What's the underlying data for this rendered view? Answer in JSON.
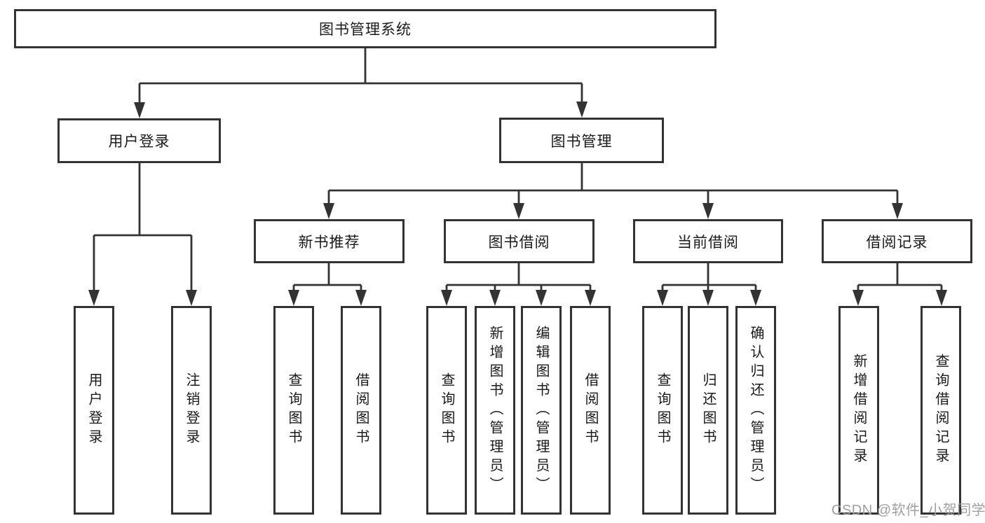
{
  "diagram": {
    "root": {
      "label": "图书管理系统"
    },
    "level2": [
      {
        "label": "用户登录",
        "children": [
          {
            "label": "用户登录"
          },
          {
            "label": "注销登录"
          }
        ]
      },
      {
        "label": "图书管理",
        "children": [
          {
            "label": "新书推荐",
            "children": [
              {
                "label": "查询图书"
              },
              {
                "label": "借阅图书"
              }
            ]
          },
          {
            "label": "图书借阅",
            "children": [
              {
                "label": "查询图书"
              },
              {
                "label": "新增图书（管理员）"
              },
              {
                "label": "编辑图书（管理员）"
              },
              {
                "label": "借阅图书"
              }
            ]
          },
          {
            "label": "当前借阅",
            "children": [
              {
                "label": "查询图书"
              },
              {
                "label": "归还图书"
              },
              {
                "label": "确认归还（管理员）"
              }
            ]
          },
          {
            "label": "借阅记录",
            "children": [
              {
                "label": "新增借阅记录"
              },
              {
                "label": "查询借阅记录"
              }
            ]
          }
        ]
      }
    ]
  },
  "watermark": {
    "text": "CSDN @软件_小贺同学"
  },
  "colors": {
    "line": "#333333",
    "box_border": "#333333",
    "text": "#1a1a1a",
    "watermark": "#9f9f9f",
    "background": "#ffffff"
  }
}
